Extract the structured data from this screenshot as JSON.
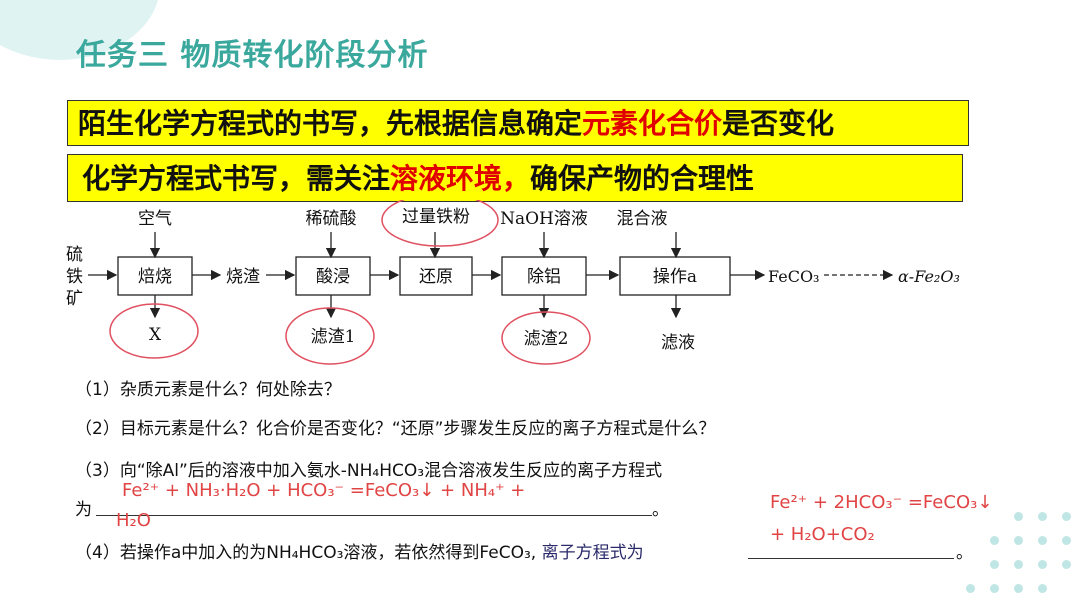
{
  "title": "任务三   物质转化阶段分析",
  "tips": [
    {
      "before": "陌生化学方程式的书写，先根据信息确定",
      "highlight": "元素化合价",
      "after": "是否变化"
    },
    {
      "before": "化学方程式书写，需关注",
      "highlight": "溶液环境，",
      "after": "确保产物的合理性"
    }
  ],
  "flow": {
    "raw": [
      "硫",
      "铁",
      "矿"
    ],
    "steps": [
      "焙烧",
      "酸浸",
      "还原",
      "除铝",
      "操作a"
    ],
    "inputs": [
      "空气",
      "稀硫酸",
      "过量铁粉",
      "NaOH溶液",
      "混合液"
    ],
    "intermediate": "烧渣",
    "outputs": [
      "X",
      "滤渣1",
      "滤渣2",
      "滤液"
    ],
    "product": "FeCO₃",
    "final": "α-Fe₂O₃"
  },
  "questions": {
    "q1": "（1）杂质元素是什么？何处除去？",
    "q2": "（2）目标元素是什么？化合价是否变化？“还原”步骤发生反应的离子方程式是什么？",
    "q3_line1": "（3）向“除Al”后的溶液中加入氨水-NH₄HCO₃混合溶液发生反应的离子方程式",
    "q3_prefix": "为",
    "q3_suffix": "。",
    "q4_a": "（4）若操作a中加入的为NH₄HCO₃溶液，若依然得到FeCO₃,",
    "q4_b": " 离子方程式为 ",
    "q4_suffix": "。"
  },
  "answers": {
    "a3_line1": "Fe²⁺ + NH₃·H₂O + HCO₃⁻ =FeCO₃↓ + NH₄⁺ +",
    "a3_line2": "H₂O",
    "a4_line1": "Fe²⁺ + 2HCO₃⁻ =FeCO₃↓",
    "a4_line2": "+ H₂O+CO₂"
  },
  "colors": {
    "title": "#3aa89c",
    "highlight_bg": "#ffff00",
    "highlight_text": "#e00000",
    "answer": "#e04444",
    "circle": "#e05060"
  }
}
